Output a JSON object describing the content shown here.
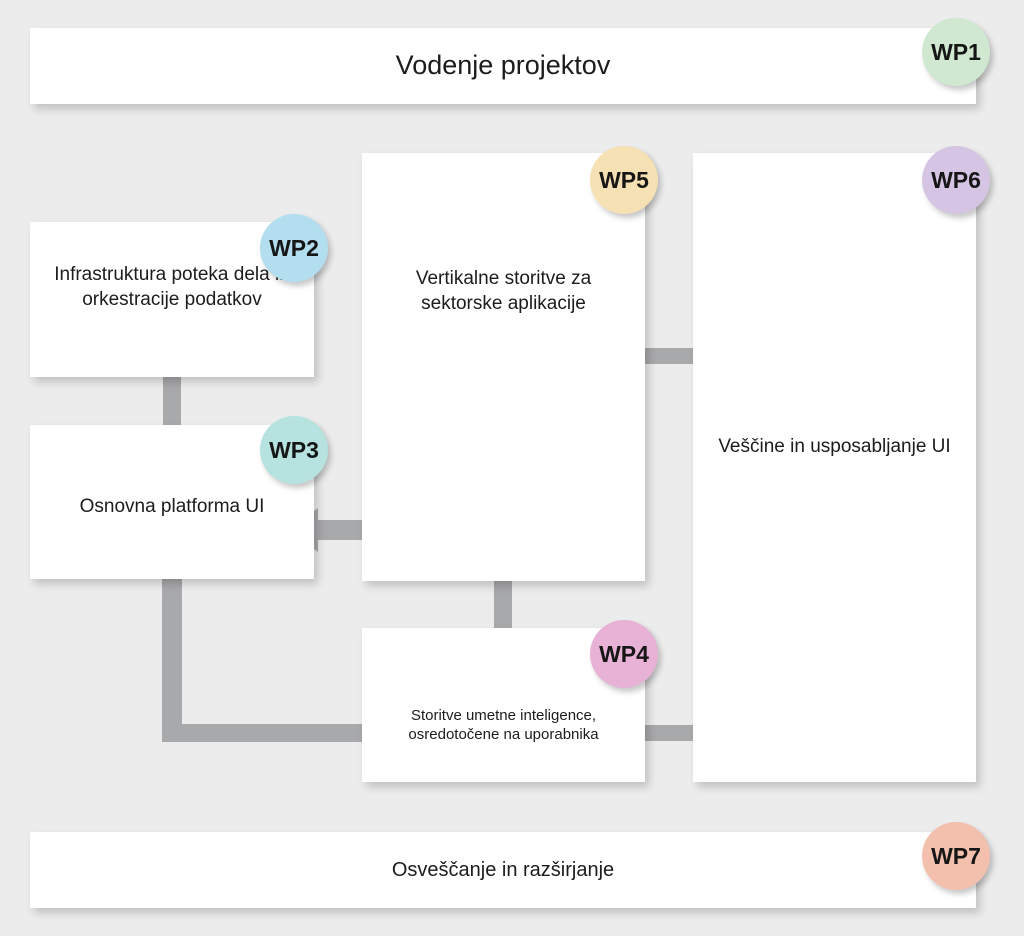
{
  "packages": [
    {
      "id": "WP1",
      "title": "Vodenje projektov",
      "color": "#cfe8cf"
    },
    {
      "id": "WP2",
      "title": "Infrastruktura poteka dela in orkestracije podatkov",
      "color": "#b3def0"
    },
    {
      "id": "WP3",
      "title": "Osnovna platforma UI",
      "color": "#b6e3e0"
    },
    {
      "id": "WP4",
      "title": "Storitve umetne inteligence, osredotočene na uporabnika",
      "color": "#e7b2d6"
    },
    {
      "id": "WP5",
      "title": "Vertikalne storitve za sektorske aplikacije",
      "color": "#f6e1b4"
    },
    {
      "id": "WP6",
      "title": "Veščine in usposabljanje UI",
      "color": "#d5c4e3"
    },
    {
      "id": "WP7",
      "title": "Osveščanje in razširjanje",
      "color": "#f4c0ae"
    }
  ],
  "arrow_color": "#a8a9ab"
}
